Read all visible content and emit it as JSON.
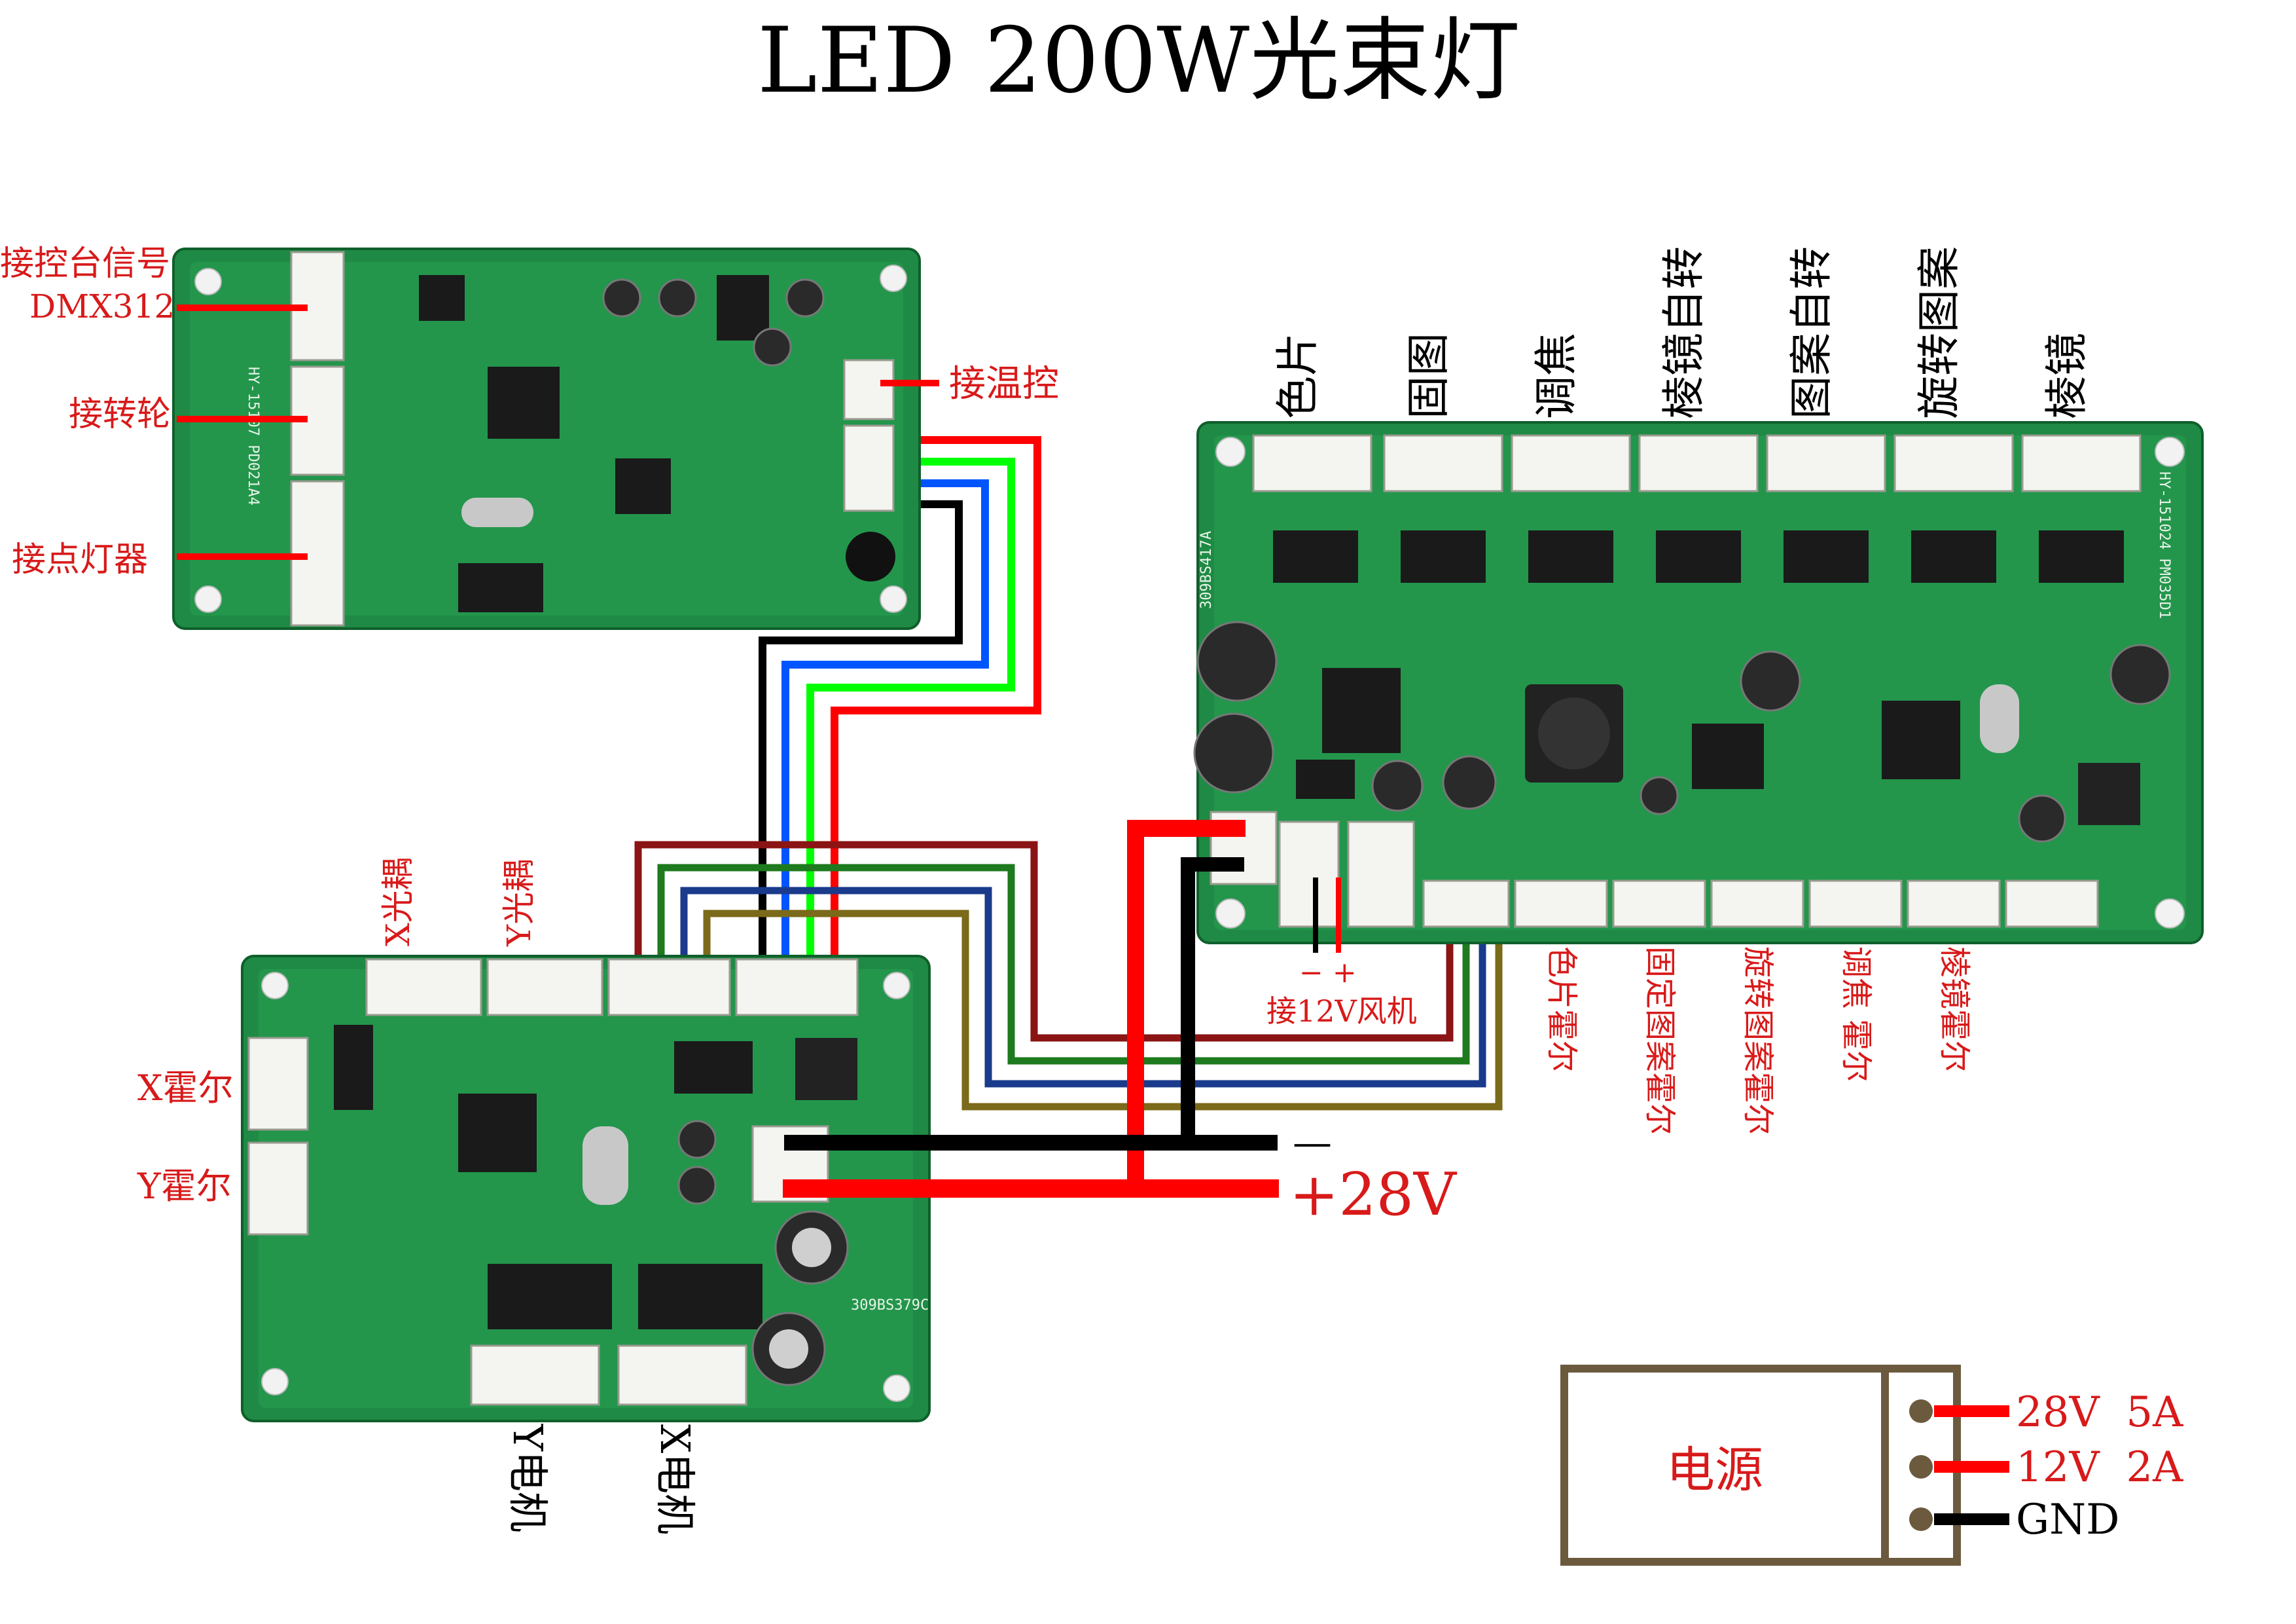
{
  "title": "LED 200W光束灯",
  "control_board": {
    "labels": {
      "dmx_line1": "接控台信号",
      "dmx_line2": "DMX312",
      "wheel": "接转轮",
      "lamp": "接点灯器",
      "temp": "接温控"
    }
  },
  "motor_board": {
    "labels": {
      "x_opto": "X光耦",
      "y_opto": "Y光耦",
      "x_hall": "X霍尔",
      "y_hall": "Y霍尔",
      "y_motor": "Y电机",
      "x_motor": "X电机"
    }
  },
  "driver_board": {
    "top_labels": [
      "色片",
      "固图",
      "调焦",
      "棱镜自转",
      "图案自转",
      "旋转图案",
      "棱镜"
    ],
    "bottom_labels": [
      "色片霍尔",
      "固定图案霍尔",
      "旋转图案霍尔",
      "调焦 霍尔",
      "棱镜霍尔"
    ],
    "fan_polarity": "− +",
    "fan_label": "接12V风机"
  },
  "power_bus": {
    "minus_label": "—",
    "plus_label": "+28V"
  },
  "power_supply": {
    "label": "电源",
    "outputs": [
      "28V  5A",
      "12V  2A",
      "GND"
    ],
    "output_colors": [
      "#ff0000",
      "#ff0000",
      "#000000"
    ]
  },
  "wire_colors": {
    "red": "#ff0000",
    "black": "#000000",
    "green": "#00ff00",
    "blue": "#0055ff",
    "dark_red": "#8b1414",
    "dark_green": "#1e7a1e",
    "navy": "#1a3a8c",
    "olive": "#7a6a1a"
  }
}
